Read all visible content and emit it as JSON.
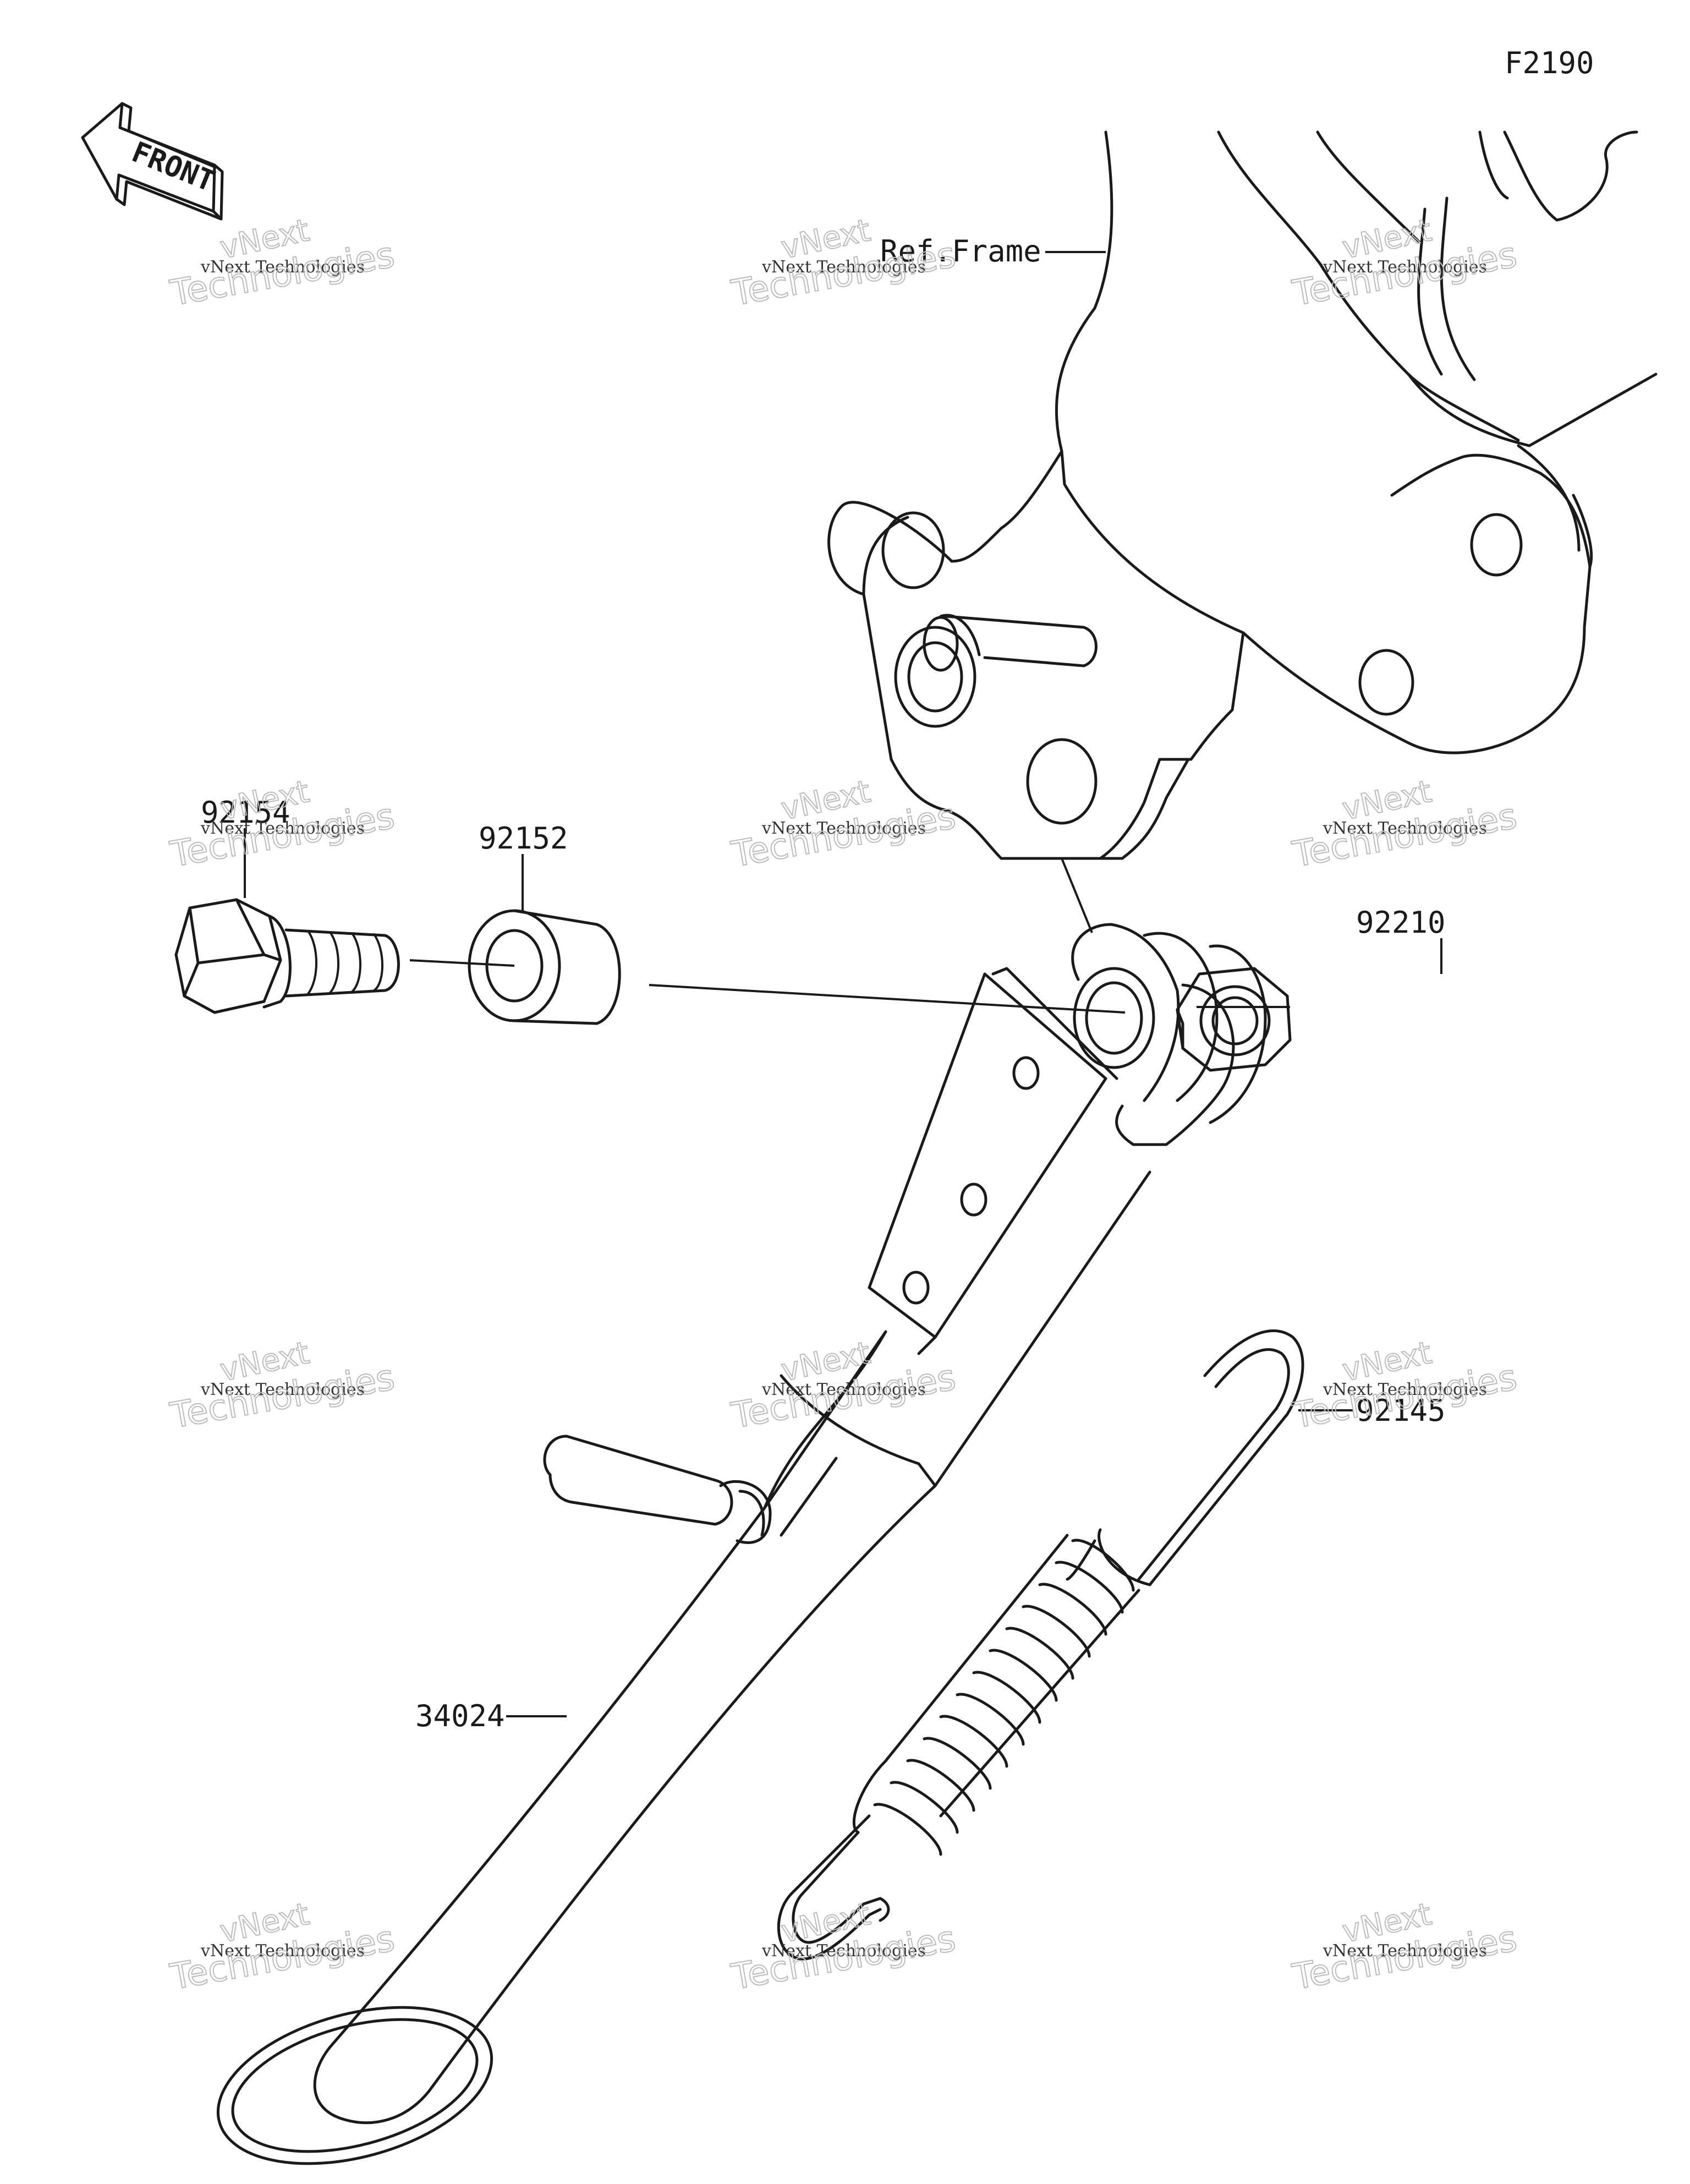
{
  "figure_code": "F2190",
  "front_arrow": {
    "label": "FRONT",
    "icon": "front-arrow-icon"
  },
  "reference": {
    "label": "Ref.Frame"
  },
  "parts": [
    {
      "number": "92154"
    },
    {
      "number": "92152"
    },
    {
      "number": "92210"
    },
    {
      "number": "92145"
    },
    {
      "number": "34024"
    }
  ],
  "watermark": {
    "top_word": "vNext",
    "mid_line": "vNext Technologies",
    "big_word": "Technologies"
  }
}
